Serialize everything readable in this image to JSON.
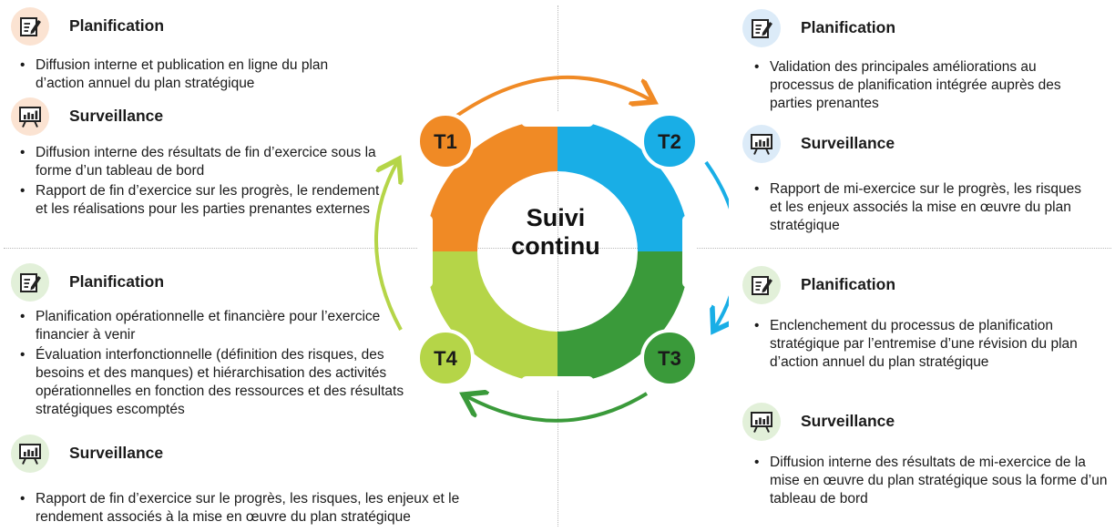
{
  "colors": {
    "orange": "#f08a25",
    "blue": "#19aee6",
    "dark_green": "#3a9a3a",
    "light_green": "#b5d548",
    "badge_orange_bg": "#fbe3d2",
    "badge_blue_bg": "#dcebf8",
    "badge_green_bg": "#e2f0d9"
  },
  "icons": {
    "planning": "edit-note-icon",
    "monitoring": "presentation-chart-icon"
  },
  "center_label": {
    "line1": "Suivi",
    "line2": "continu"
  },
  "quarters": [
    {
      "label": "T1",
      "color": "#f08a25"
    },
    {
      "label": "T2",
      "color": "#19aee6"
    },
    {
      "label": "T3",
      "color": "#3a9a3a"
    },
    {
      "label": "T4",
      "color": "#b5d548"
    }
  ],
  "q1": {
    "planning_title": "Planification",
    "planning_items": [
      "Diffusion interne et publication en ligne du plan d’action annuel du plan stratégique"
    ],
    "monitoring_title": "Surveillance",
    "monitoring_items": [
      "Diffusion interne des résultats de fin d’exercice sous la forme d’un tableau de bord",
      "Rapport de fin d’exercice sur les progrès, le rendement et les réalisations pour les parties prenantes externes"
    ]
  },
  "q2": {
    "planning_title": "Planification",
    "planning_items": [
      "Validation des principales améliorations au processus de planification intégrée auprès des parties prenantes"
    ],
    "monitoring_title": "Surveillance",
    "monitoring_items": [
      "Rapport de mi-exercice sur le progrès, les risques et les enjeux associés la mise en œuvre du plan stratégique"
    ]
  },
  "q3": {
    "planning_title": "Planification",
    "planning_items": [
      "Enclenchement du processus de planification stratégique par l’entremise d’une révision du plan d’action annuel du plan stratégique"
    ],
    "monitoring_title": "Surveillance",
    "monitoring_items": [
      "Diffusion interne des résultats de mi-exercice de la mise en œuvre du plan stratégique sous la forme d’un tableau de bord"
    ]
  },
  "q4": {
    "planning_title": "Planification",
    "planning_items": [
      "Planification opérationnelle et financière pour l’exercice financier à venir",
      "Évaluation interfonctionnelle (définition des risques, des besoins et des manques) et hiérarchisation des activités opérationnelles en fonction des ressources et des résultats stratégiques escomptés"
    ],
    "monitoring_title": "Surveillance",
    "monitoring_items": [
      "Rapport de fin d’exercice sur le progrès, les risques, les enjeux et le rendement associés à la mise en œuvre du plan stratégique"
    ]
  }
}
